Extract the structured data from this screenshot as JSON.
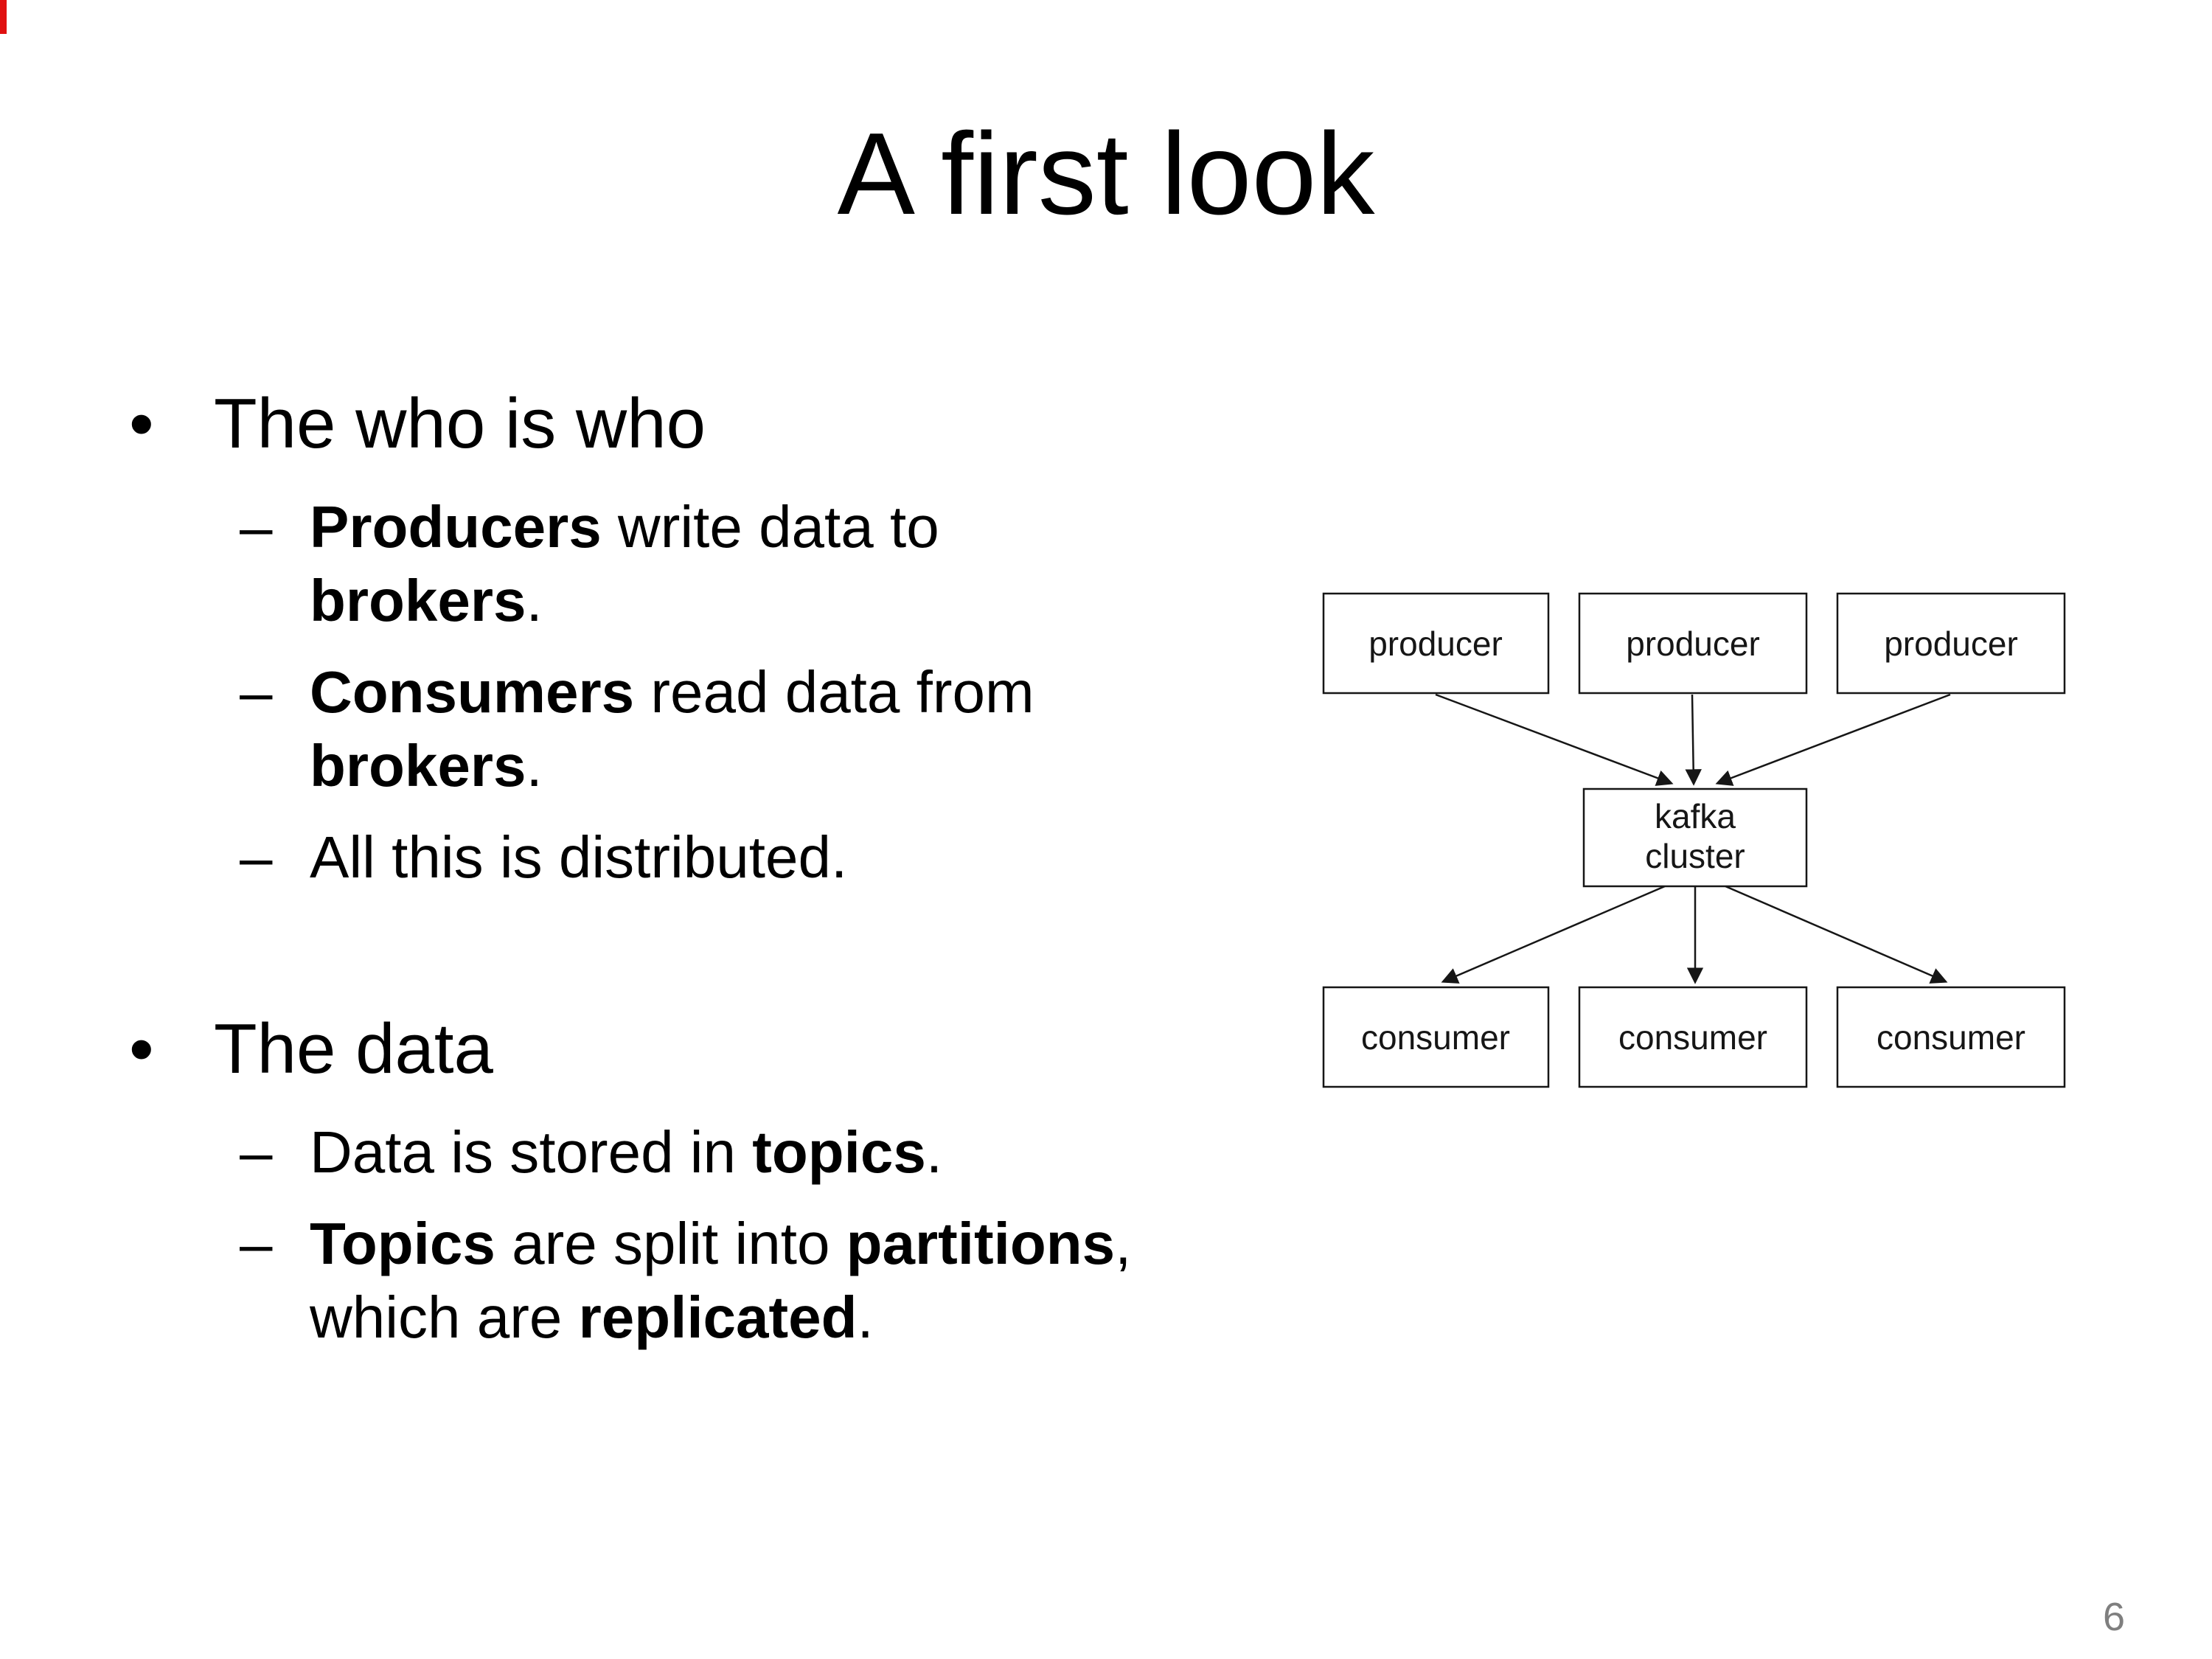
{
  "slide": {
    "title": "A first look",
    "page_number": "6",
    "markers": {
      "level1": "•",
      "level2": "–"
    },
    "groups": [
      {
        "label": "The who is who",
        "items": [
          {
            "parts": [
              {
                "t": "Producers",
                "b": true
              },
              {
                "t": " write data to ",
                "b": false
              },
              {
                "t": "brokers",
                "b": true
              },
              {
                "t": ".",
                "b": false
              }
            ]
          },
          {
            "parts": [
              {
                "t": "Consumers",
                "b": true
              },
              {
                "t": " read data from ",
                "b": false
              },
              {
                "t": "brokers",
                "b": true
              },
              {
                "t": ".",
                "b": false
              }
            ]
          },
          {
            "parts": [
              {
                "t": "All this is distributed.",
                "b": false
              }
            ]
          }
        ]
      },
      {
        "label": "The data",
        "items": [
          {
            "parts": [
              {
                "t": "Data is stored in ",
                "b": false
              },
              {
                "t": "topics",
                "b": true
              },
              {
                "t": ".",
                "b": false
              }
            ]
          },
          {
            "parts": [
              {
                "t": "Topics",
                "b": true
              },
              {
                "t": " are split into ",
                "b": false
              },
              {
                "t": "partitions",
                "b": true
              },
              {
                "t": ", which are ",
                "b": false
              },
              {
                "t": "replicated",
                "b": true
              },
              {
                "t": ".",
                "b": false
              }
            ]
          }
        ]
      }
    ]
  },
  "diagram": {
    "producers": [
      "producer",
      "producer",
      "producer"
    ],
    "cluster": [
      "kafka",
      "cluster"
    ],
    "consumers": [
      "consumer",
      "consumer",
      "consumer"
    ]
  },
  "colors": {
    "text": "#000000",
    "diagram_stroke": "#161616",
    "page_number": "#7f7f7f",
    "corner_accent": "#e01111"
  }
}
